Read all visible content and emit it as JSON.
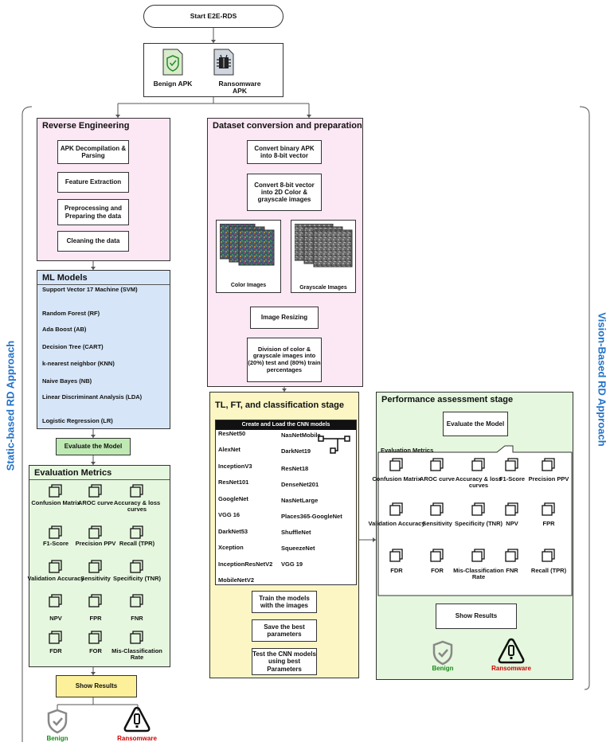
{
  "start": "Start E2E-RDS",
  "inputs": {
    "benign": "Benign APK",
    "ransomware": "Ransomware APK"
  },
  "side_labels": {
    "left": "Static-based RD Approach",
    "right": "Vision-Based RD Approach"
  },
  "reverse_engineering": {
    "title": "Reverse Engineering",
    "steps": [
      "APK Decompilation & Parsing",
      "Feature Extraction",
      "Preprocessing and Preparing the data",
      "Cleaning the data"
    ]
  },
  "ml_models": {
    "title": "ML Models",
    "items": [
      "Support Vector 17 Machine (SVM)",
      "Random Forest (RF)",
      "Ada Boost (AB)",
      "Decision Tree (CART)",
      "k-nearest neighbor (KNN)",
      "Naive Bayes (NB)",
      "Linear Discriminant Analysis (LDA)",
      "Logistic Regression (LR)"
    ]
  },
  "evaluate_model": "Evaluate the Model",
  "static_metrics": {
    "title": "Evaluation Metrics",
    "items": [
      "Confusion Matrix",
      "AROC curve",
      "Accuracy & loss curves",
      "F1-Score",
      "Precision PPV",
      "Recall (TPR)",
      "Validation Accuracy",
      "Sensitivity",
      "Specificity (TNR)",
      "NPV",
      "FPR",
      "FNR",
      "FDR",
      "FOR",
      "Mis-Classification Rate"
    ]
  },
  "static_show_results": "Show Results",
  "static_outputs": {
    "benign": "Benign",
    "ransomware": "Ransomware"
  },
  "dataset": {
    "title": "Dataset conversion and preparation",
    "convert1": "Convert binary APK into 8-bit vector",
    "convert2": "Convert 8-bit vector into 2D Color & grayscale images",
    "color_label": "Color Images",
    "gray_label": "Grayscale Images",
    "resize": "Image Resizing",
    "division": "Division of color & grayscale images into (20%) test and (80%) train percentages"
  },
  "tl_stage": {
    "title": "TL, FT, and classification stage",
    "header": "Create and Load the CNN models",
    "left_models": [
      "ResNet50",
      "AlexNet",
      "InceptionV3",
      "ResNet101",
      "GoogleNet",
      "VGG 16",
      "DarkNet53",
      "Xception",
      "InceptionResNetV2",
      "MobileNetV2"
    ],
    "right_models": [
      "NasNetMobile",
      "DarkNet19",
      "ResNet18",
      "DenseNet201",
      "NasNetLarge",
      "Places365-GoogleNet",
      "ShuffleNet",
      "SqueezeNet",
      "VGG 19"
    ],
    "train": "Train the models with the images",
    "save": "Save the best parameters",
    "test": "Test the CNN models using best Parameters"
  },
  "performance": {
    "title": "Performance assessment stage",
    "evaluate": "Evaluate the Model",
    "metrics_title": "Evaluation Metrics",
    "items": [
      "Confusion Matrix",
      "AROC curve",
      "Accuracy & loss curves",
      "F1-Score",
      "Precision PPV",
      "Validation Accuracy",
      "Sensitivity",
      "Specificity (TNR)",
      "NPV",
      "FPR",
      "FDR",
      "FOR",
      "Mis-Classification Rate",
      "FNR",
      "Recall (TPR)"
    ],
    "show_results": "Show Results",
    "benign": "Benign",
    "ransomware": "Ransomware"
  },
  "colors": {
    "pink": "#fce8f4",
    "blue": "#d6e6f8",
    "green": "#e5f7de",
    "yellow": "#fbf6c4",
    "accent_blue": "#2272c8",
    "benign_green": "#1a8a1a",
    "ransom_red": "#cc0000"
  }
}
